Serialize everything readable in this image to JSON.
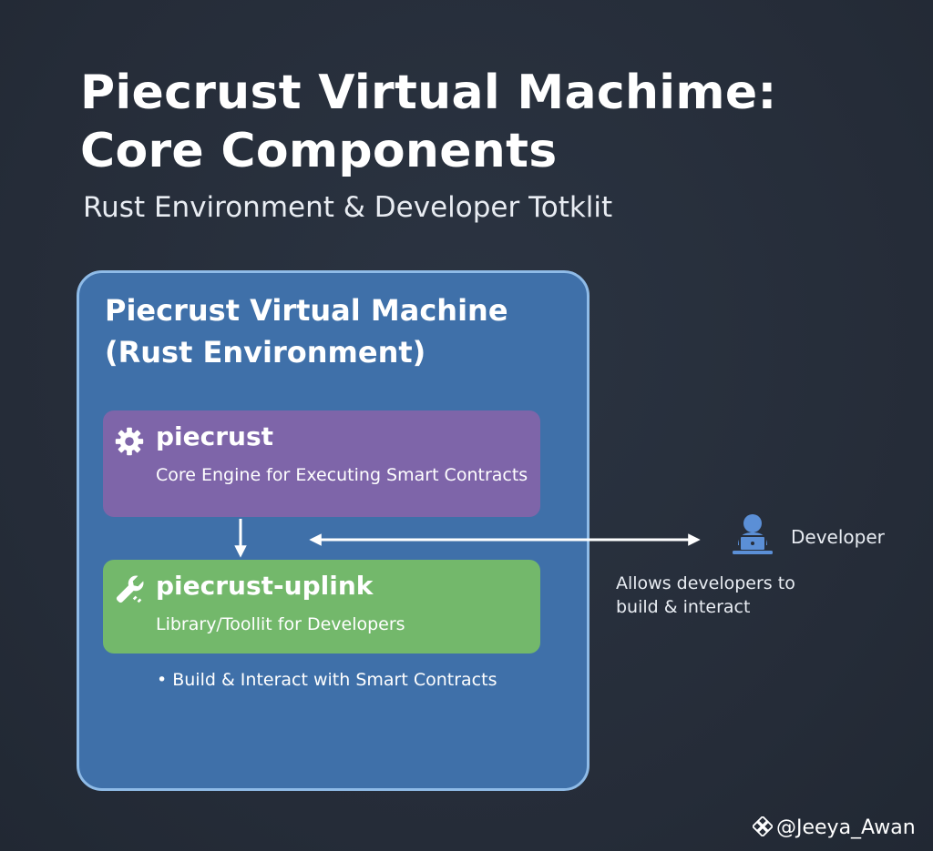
{
  "header": {
    "title_line1": "Piecrust Virtual Machime:",
    "title_line2": "Core Components",
    "subtitle": "Rust Environment & Developer Totklit"
  },
  "vm": {
    "title_line1": "Piecrust Virtual Machine",
    "title_line2": "(Rust Environment)"
  },
  "components": [
    {
      "name": "piecrust",
      "description": "Core Engine for Executing Smart Contracts",
      "icon": "gear-icon",
      "color": "#7e65a9"
    },
    {
      "name": "piecrust-uplink",
      "description": "Library/Toollit for Developers",
      "icon": "wrench-icon",
      "color": "#73b86b"
    }
  ],
  "bullet": {
    "marker": "•",
    "text": "Build & Interact with Smart Contracts"
  },
  "developer": {
    "label": "Developer",
    "icon": "developer-laptop-icon",
    "note_line1": "Allows developers to",
    "note_line2": "build & interact"
  },
  "watermark": {
    "text": "@Jeeya_Awan",
    "icon": "binance-logo-icon"
  },
  "colors": {
    "background": "#262e3b",
    "vm_box": "#3f70a9",
    "vm_border": "#8fbbe7",
    "developer_icon": "#5b8fd6"
  }
}
